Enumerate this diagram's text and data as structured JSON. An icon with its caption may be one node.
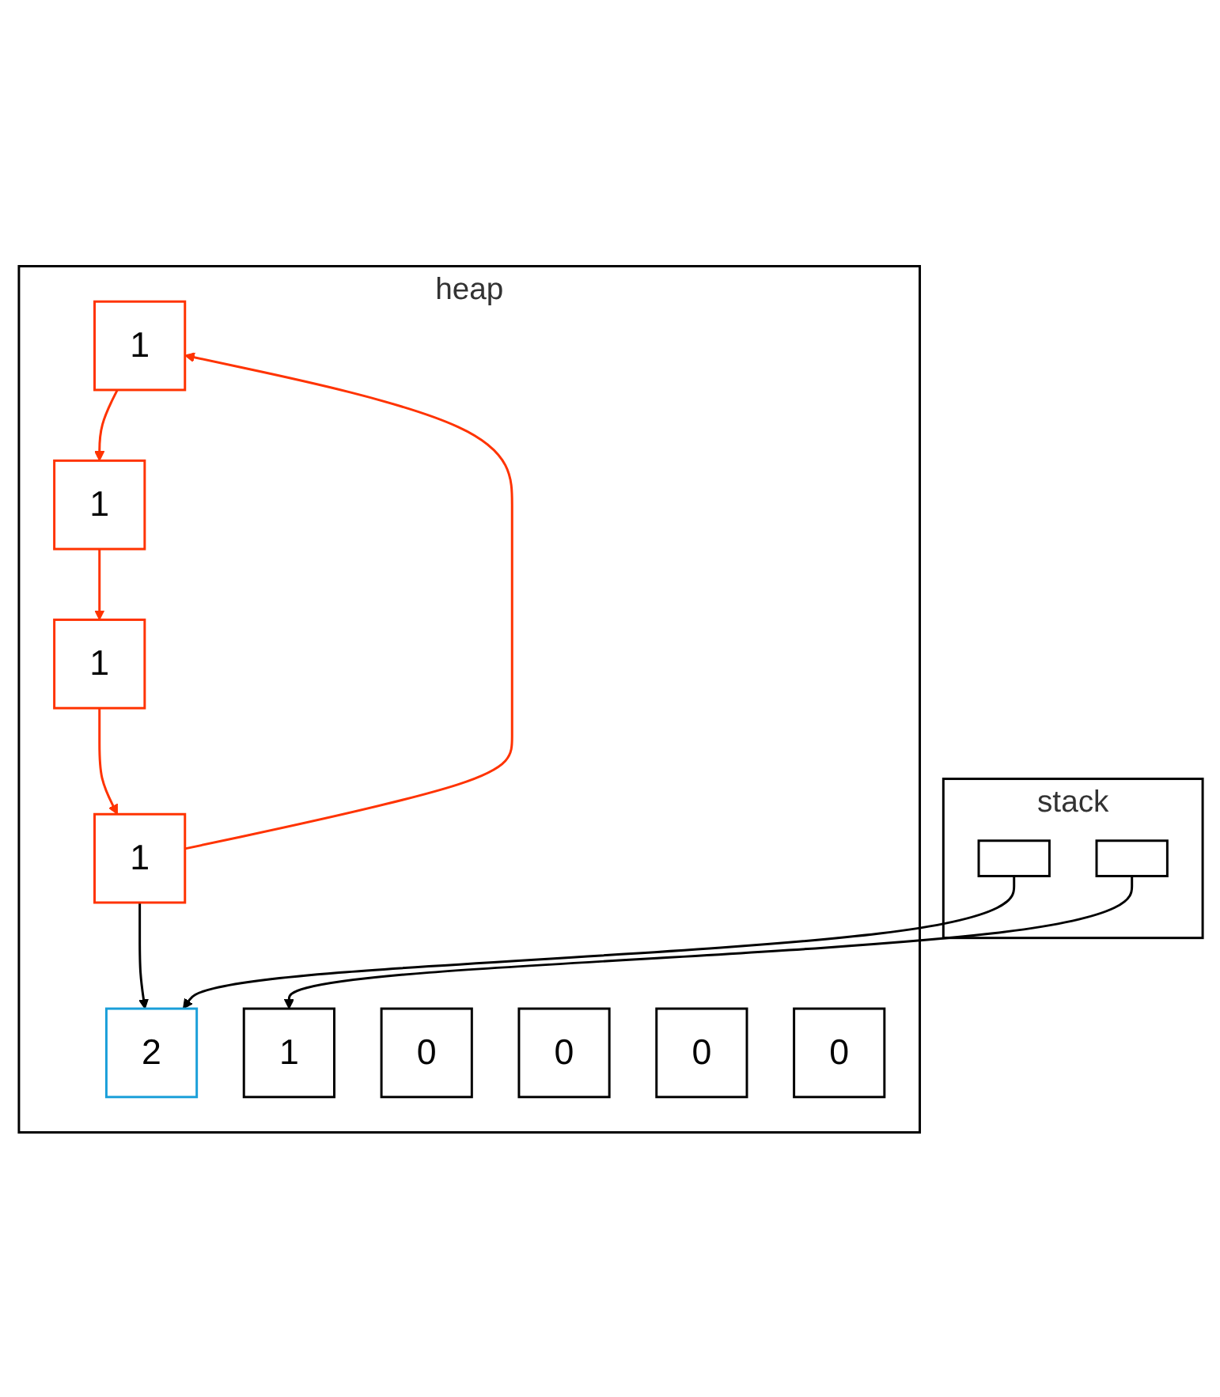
{
  "diagram": {
    "nodes": [
      {
        "text": [
          "stack"
        ]
      },
      {
        "text": [
          "heap"
        ]
      },
      {
        "text": [],
        "shape": "box",
        "in": 0
      },
      {
        "text": [],
        "shape": "box",
        "in": 0
      },
      {
        "text": [
          "1"
        ],
        "in": 1
      },
      {
        "text": [
          "0"
        ],
        "in": 1
      },
      {
        "text": [
          "1"
        ],
        "in": 1
      },
      {
        "text": [
          "1"
        ],
        "in": 1
      },
      {
        "text": [
          "1"
        ],
        "in": 1
      },
      {
        "text": [
          "1"
        ],
        "in": 1
      },
      {
        "text": [
          "0"
        ],
        "in": 1
      },
      {
        "text": [
          "0"
        ],
        "in": 1
      },
      {
        "text": [
          "0"
        ],
        "in": 1
      },
      {
        "text": [
          "2"
        ],
        "in": 1
      }
    ],
    "edges": [
      {
        "from": 4,
        "to": 6,
        "arrow": "to",
        "color": "#ff3300"
      },
      {
        "from": 6,
        "to": 8,
        "arrow": "to",
        "color": "#ff3300"
      },
      {
        "from": 8,
        "to": 7,
        "arrow": "to",
        "color": "#ff3300"
      },
      {
        "from": 7,
        "to": 4,
        "arrow": "to",
        "color": "#ff3300"
      },
      {
        "from": 7,
        "to": 13,
        "arrow": "to",
        "color": "#000000"
      },
      {
        "from": 2,
        "to": 13,
        "arrow": "to",
        "color": "#000000"
      },
      {
        "from": 3,
        "to": 9,
        "arrow": "to",
        "color": "#000000"
      }
    ]
  }
}
